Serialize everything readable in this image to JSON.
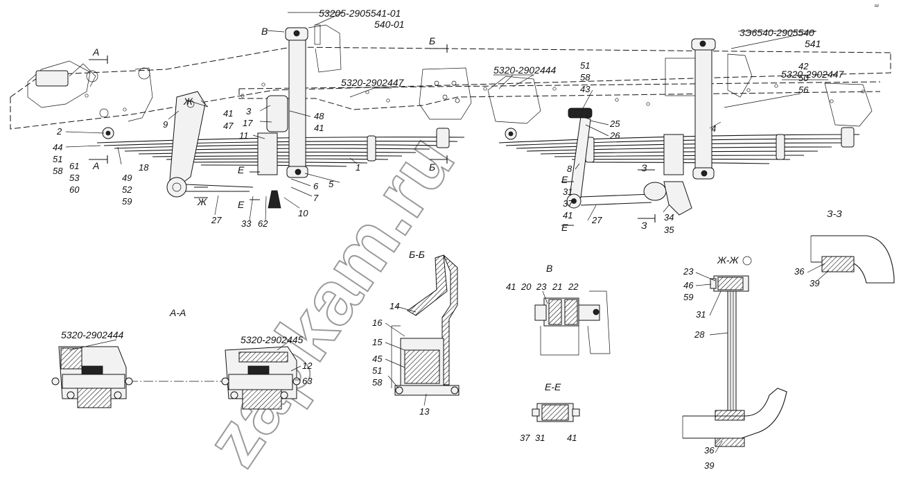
{
  "section_titles": {
    "aa": "А-А",
    "bb": "Б-Б",
    "v": "В",
    "zhzh": "Ж-Ж",
    "ee": "Е-Е",
    "zz": "З-З"
  },
  "part_numbers": {
    "shock_left_1": "53205-2905541-01",
    "shock_left_2": "540-01",
    "shock_right_1": "3Э6540-2905540",
    "shock_right_2": "541",
    "bracket_a": "5320-2902447",
    "bracket_b": "5320-2902444",
    "bracket_c": "5320-2902447",
    "aa_left": "5320-2902444",
    "aa_right": "5320-2902445"
  },
  "section_marks": {
    "a": "А",
    "b": "Б",
    "v": "В",
    "zh": "Ж",
    "e": "Е",
    "z": "З"
  },
  "callouts": {
    "n1": "1",
    "n2": "2",
    "n3": "3",
    "n4": "4",
    "n5": "5",
    "n6": "6",
    "n7": "7",
    "n8": "8",
    "n9": "9",
    "n10": "10",
    "n11": "11",
    "n12": "12",
    "n13": "13",
    "n14": "14",
    "n15": "15",
    "n16": "16",
    "n17": "17",
    "n18": "18",
    "n20": "20",
    "n21": "21",
    "n22": "22",
    "n23": "23",
    "n25": "25",
    "n26": "26",
    "n27": "27",
    "n28": "28",
    "n31": "31",
    "n33": "33",
    "n34": "34",
    "n35": "35",
    "n36": "36",
    "n37": "37",
    "n39": "39",
    "n41": "41",
    "n42": "42",
    "n43": "43",
    "n44": "44",
    "n45": "45",
    "n46": "46",
    "n47": "47",
    "n48": "48",
    "n49": "49",
    "n50": "50",
    "n51": "51",
    "n52": "52",
    "n53": "53",
    "n56": "56",
    "n58": "58",
    "n59": "59",
    "n60": "60",
    "n61": "61",
    "n62": "62",
    "n63": "63"
  },
  "watermark": "zapkam.ru",
  "corner_mark": "ш"
}
